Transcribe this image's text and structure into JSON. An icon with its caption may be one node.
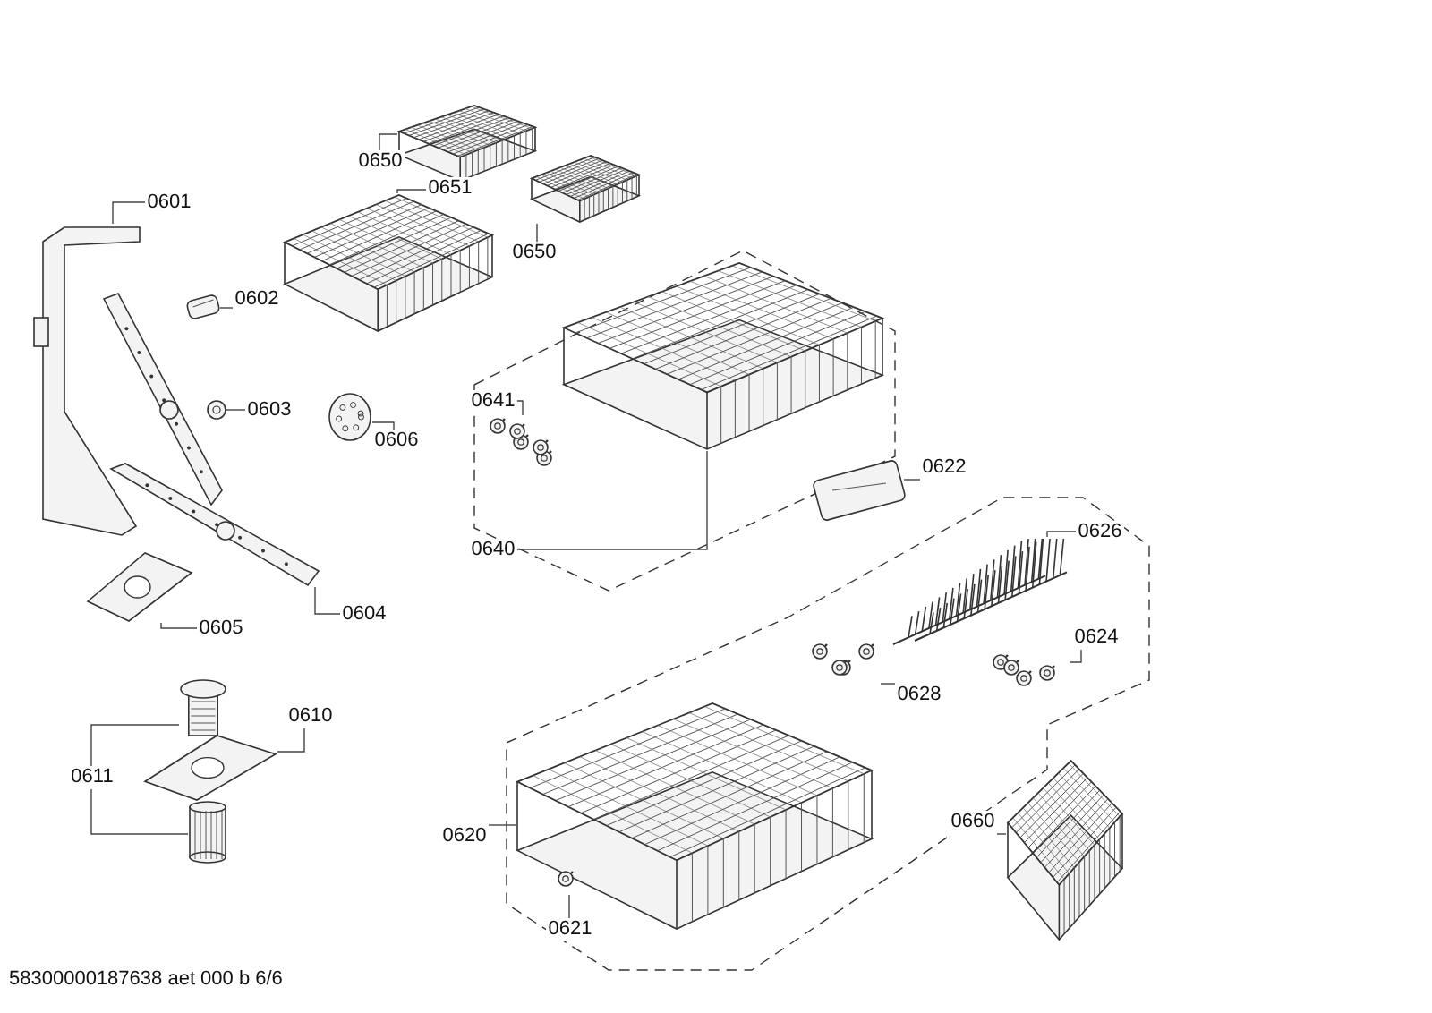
{
  "diagram": {
    "nodes": [
      {
        "text": [
          "0650"
        ]
      },
      {
        "text": [],
        "shape": "picture"
      },
      {
        "text": [
          "0651"
        ]
      },
      {
        "text": [],
        "shape": "picture"
      },
      {
        "text": [
          "0650"
        ]
      },
      {
        "text": [],
        "shape": "picture"
      },
      {
        "text": [
          "0601"
        ]
      },
      {
        "text": [],
        "shape": "picture"
      },
      {
        "text": [
          "0602"
        ]
      },
      {
        "text": [],
        "shape": "picture"
      },
      {
        "text": [
          "0603"
        ]
      },
      {
        "text": [],
        "shape": "picture"
      },
      {
        "text": [
          "0606"
        ]
      },
      {
        "text": [],
        "shape": "picture"
      },
      {
        "text": [
          "0641"
        ]
      },
      {
        "text": [],
        "shape": "picture"
      },
      {
        "text": [
          "0622"
        ]
      },
      {
        "text": [],
        "shape": "picture"
      },
      {
        "text": [
          "0640"
        ]
      },
      {
        "text": [],
        "shape": "picture"
      },
      {
        "text": [
          "0605"
        ]
      },
      {
        "text": [],
        "shape": "picture"
      },
      {
        "text": [
          "0604"
        ]
      },
      {
        "text": [],
        "shape": "picture"
      },
      {
        "text": [
          "0626"
        ]
      },
      {
        "text": [],
        "shape": "picture"
      },
      {
        "text": [
          "0624"
        ]
      },
      {
        "text": [],
        "shape": "picture"
      },
      {
        "text": [
          "0610"
        ]
      },
      {
        "text": [],
        "shape": "picture"
      },
      {
        "text": [
          "0611"
        ]
      },
      {
        "text": [],
        "shape": "picture"
      },
      {
        "text": [],
        "shape": "picture"
      },
      {
        "text": [
          "0628"
        ]
      },
      {
        "text": [],
        "shape": "picture"
      },
      {
        "text": [
          "0660"
        ]
      },
      {
        "text": [],
        "shape": "picture"
      },
      {
        "text": [
          "0620"
        ]
      },
      {
        "text": [],
        "shape": "picture"
      },
      {
        "text": [
          "0621"
        ]
      },
      {
        "text": [],
        "shape": "picture"
      }
    ],
    "edges": [
      {
        "from": 0,
        "to": 1,
        "arrow": "none"
      },
      {
        "from": 2,
        "to": 3,
        "arrow": "none"
      },
      {
        "from": 4,
        "to": 5,
        "arrow": "none"
      },
      {
        "from": 6,
        "to": 7,
        "arrow": "none"
      },
      {
        "from": 8,
        "to": 9,
        "arrow": "none"
      },
      {
        "from": 10,
        "to": 11,
        "arrow": "none"
      },
      {
        "from": 12,
        "to": 13,
        "arrow": "none"
      },
      {
        "from": 14,
        "to": 15,
        "arrow": "none"
      },
      {
        "from": 16,
        "to": 17,
        "arrow": "none"
      },
      {
        "from": 18,
        "to": 19,
        "arrow": "none"
      },
      {
        "from": 20,
        "to": 21,
        "arrow": "none"
      },
      {
        "from": 22,
        "to": 23,
        "arrow": "none"
      },
      {
        "from": 24,
        "to": 25,
        "arrow": "none"
      },
      {
        "from": 26,
        "to": 27,
        "arrow": "none"
      },
      {
        "from": 28,
        "to": 29,
        "arrow": "none"
      },
      {
        "from": 30,
        "to": 31,
        "arrow": "none"
      },
      {
        "from": 30,
        "to": 32,
        "arrow": "none"
      },
      {
        "from": 33,
        "to": 34,
        "arrow": "none"
      },
      {
        "from": 35,
        "to": 36,
        "arrow": "none"
      },
      {
        "from": 37,
        "to": 38,
        "arrow": "none"
      },
      {
        "from": 39,
        "to": 40,
        "arrow": "none"
      }
    ],
    "labels": [
      "58300000187638 aet 000 b 6/6"
    ]
  }
}
